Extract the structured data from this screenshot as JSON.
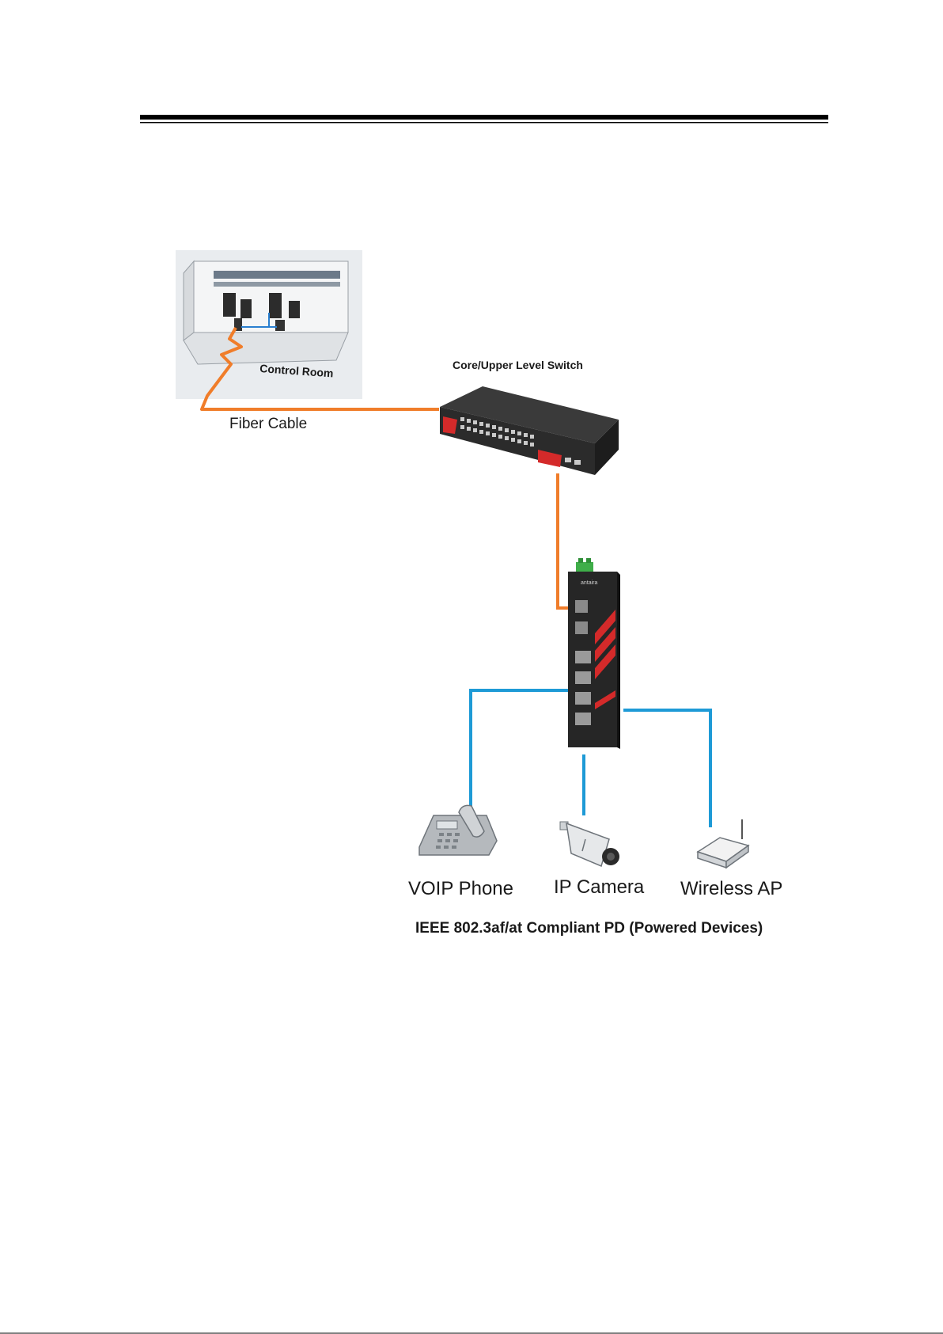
{
  "diagram": {
    "labels": {
      "control_room": "Control Room",
      "core_switch": "Core/Upper Level Switch",
      "fiber_cable": "Fiber Cable",
      "switch_brand": "antaira",
      "voip_phone": "VOIP Phone",
      "ip_camera": "IP Camera",
      "wireless_ap": "Wireless AP",
      "caption": "IEEE 802.3af/at Compliant PD (Powered Devices)"
    },
    "colors": {
      "fiber": "#f07d2a",
      "ethernet": "#1e9ad6",
      "switch_body": "#2b2b2b",
      "switch_accent": "#d42a2a",
      "rule": "#000000"
    },
    "icons": [
      "control-room-image",
      "core-switch-image",
      "industrial-poe-switch-image",
      "voip-phone-icon",
      "ip-camera-icon",
      "wireless-ap-icon"
    ]
  }
}
